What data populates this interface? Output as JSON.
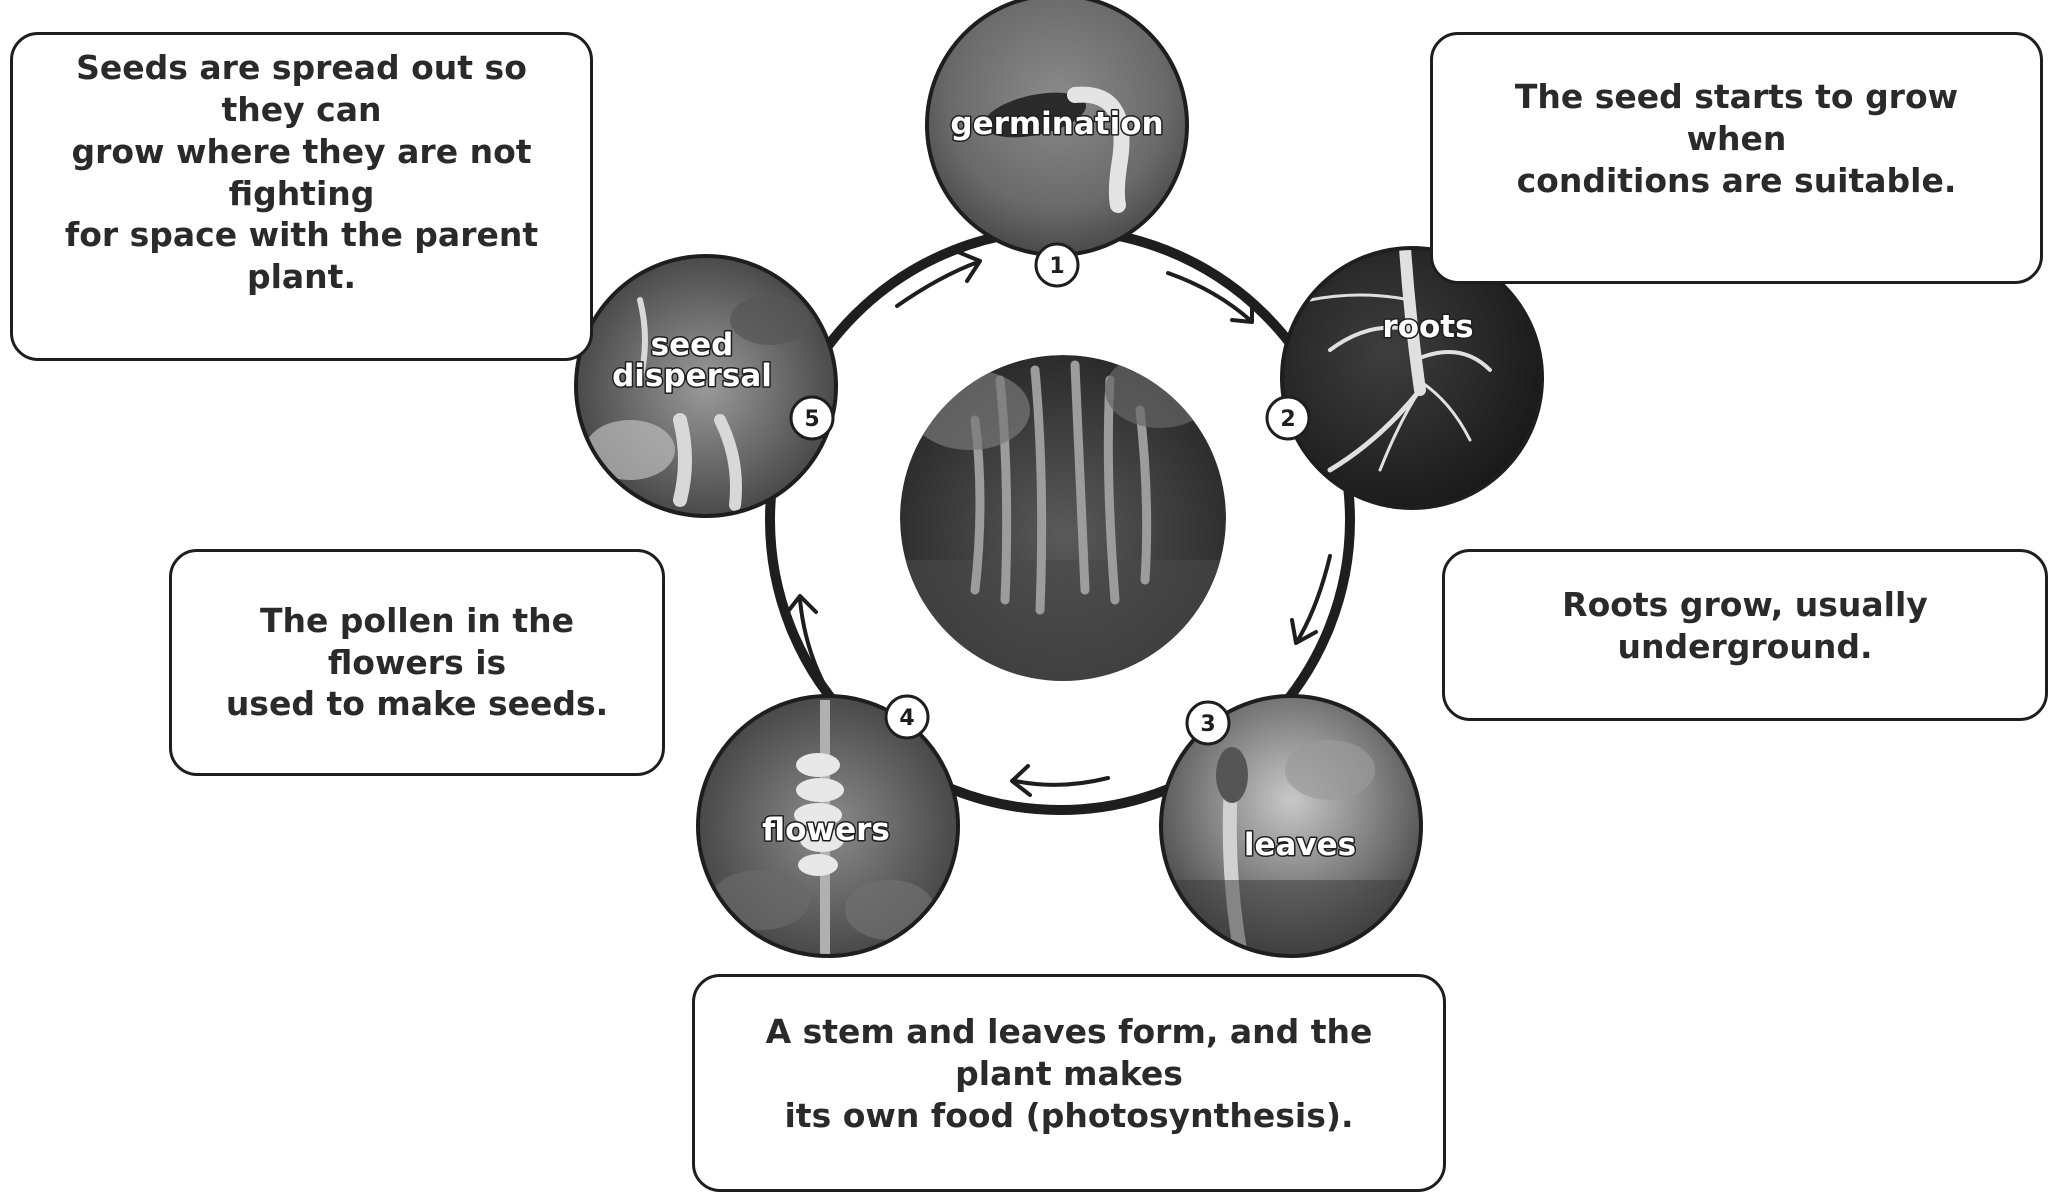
{
  "stages": [
    {
      "number": "1",
      "label": "germination"
    },
    {
      "number": "2",
      "label": "roots"
    },
    {
      "number": "3",
      "label": "leaves"
    },
    {
      "number": "4",
      "label": "flowers"
    },
    {
      "number": "5",
      "label": "seed dispersal"
    }
  ],
  "descriptions": {
    "germination": "The seed starts to grow when\nconditions are suitable.",
    "roots": "Roots grow, usually underground.",
    "leaves": "A stem and leaves form, and the plant makes\nits own food (photosynthesis).",
    "flowers": "The pollen in the flowers is\nused to make seeds.",
    "seed_dispersal": "Seeds are spread out so they can\ngrow where they are not fighting\nfor space with the parent plant."
  }
}
